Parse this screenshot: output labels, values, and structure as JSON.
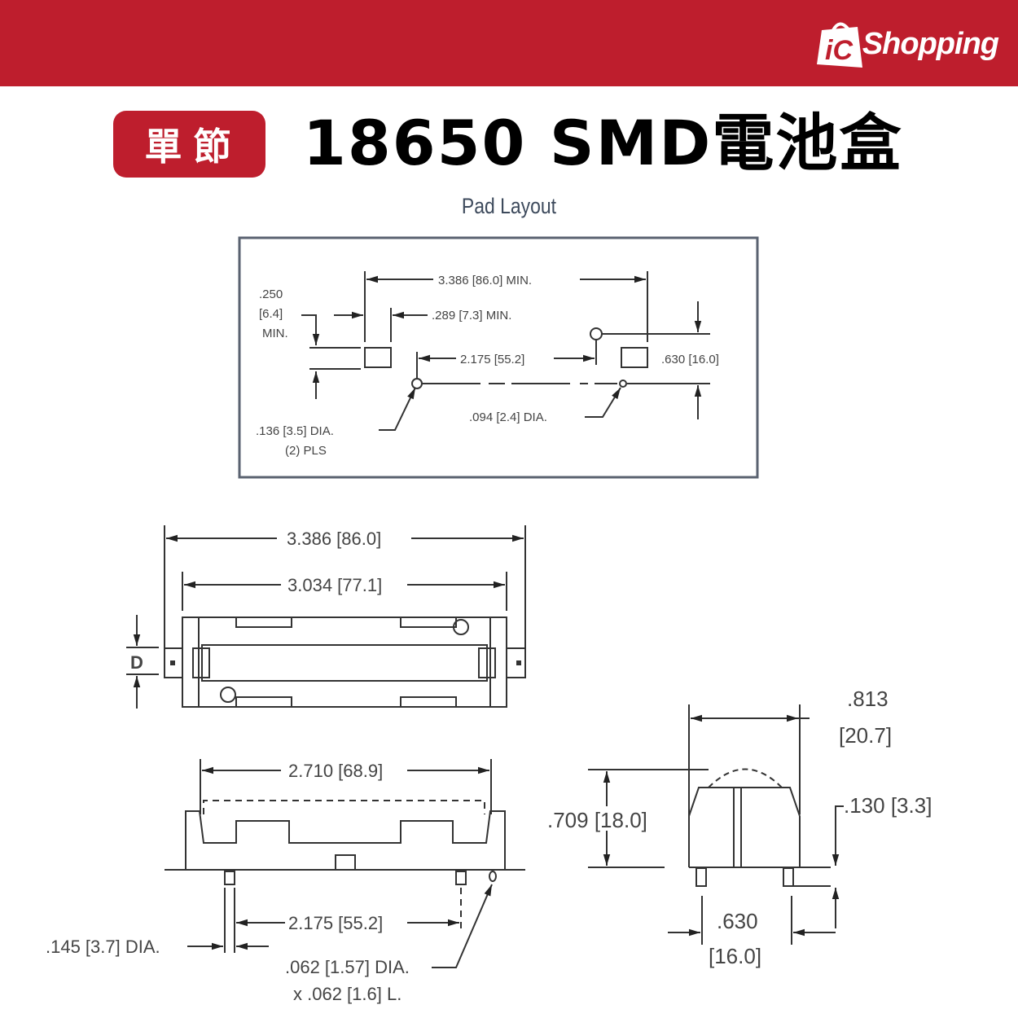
{
  "header": {
    "brand": {
      "logo_text": "Shopping",
      "logo_mark": "iC",
      "color": "#be1e2d"
    }
  },
  "title": {
    "badge": "單節",
    "main": "18650 SMD電池盒"
  },
  "pad_layout": {
    "heading": "Pad Layout",
    "dims": {
      "overall_min": "3.386 [86.0] MIN.",
      "pad_gap_min": ".289 [7.3] MIN.",
      "pad_height_min_1": ".250",
      "pad_height_min_2": "[6.4]",
      "pad_height_min_3": "MIN.",
      "hole_spacing": "2.175 [55.2]",
      "row_spacing": ".630 [16.0]",
      "large_hole_1": ".136 [3.5] DIA.",
      "large_hole_2": "(2) PLS",
      "small_hole": ".094 [2.4] DIA."
    }
  },
  "top_view": {
    "overall": "3.386 [86.0]",
    "inner": "3.034 [77.1]",
    "d_label": "D"
  },
  "side_view": {
    "length": "2.710 [68.9]",
    "pin_spacing": "2.175 [55.2]",
    "peg_dia": ".145 [3.7] DIA.",
    "pin_dia_1": ".062 [1.57] DIA.",
    "pin_dia_2": "x .062 [1.6] L."
  },
  "end_view": {
    "width_1": ".813",
    "width_2": "[20.7]",
    "height": ".709 [18.0]",
    "standoff": ".130 [3.3]",
    "pin_pitch_1": ".630",
    "pin_pitch_2": "[16.0]"
  }
}
